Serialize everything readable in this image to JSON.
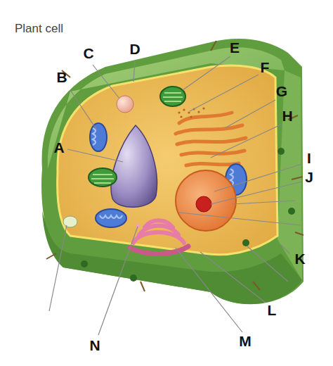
{
  "diagram": {
    "title": "Plant cell",
    "labels": [
      "C",
      "D",
      "E",
      "B",
      "F",
      "G",
      "H",
      "A",
      "I",
      "J",
      "K",
      "L",
      "N",
      "M"
    ]
  }
}
